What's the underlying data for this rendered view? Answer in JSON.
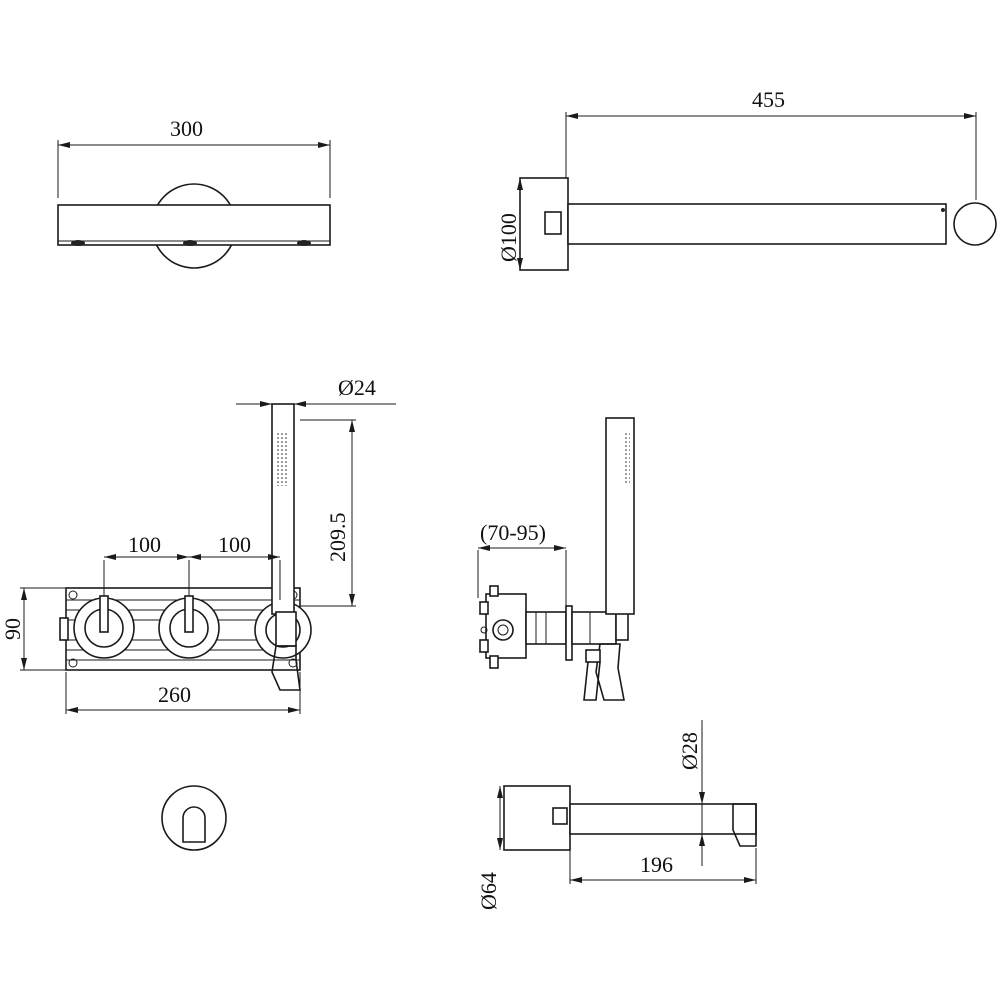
{
  "drawing": {
    "dimensions": {
      "shower_arm_width": "300",
      "shower_arm_length": "455",
      "shower_flange_dia": "Ø100",
      "handshower_dia": "Ø24",
      "handshower_height": "209.5",
      "handle_spacing_left": "100",
      "handle_spacing_right": "100",
      "plate_height": "90",
      "plate_width": "260",
      "wall_depth_range": "(70-95)",
      "spout_dia": "Ø28",
      "spout_length": "196",
      "spout_flange_dia": "Ø64"
    }
  }
}
